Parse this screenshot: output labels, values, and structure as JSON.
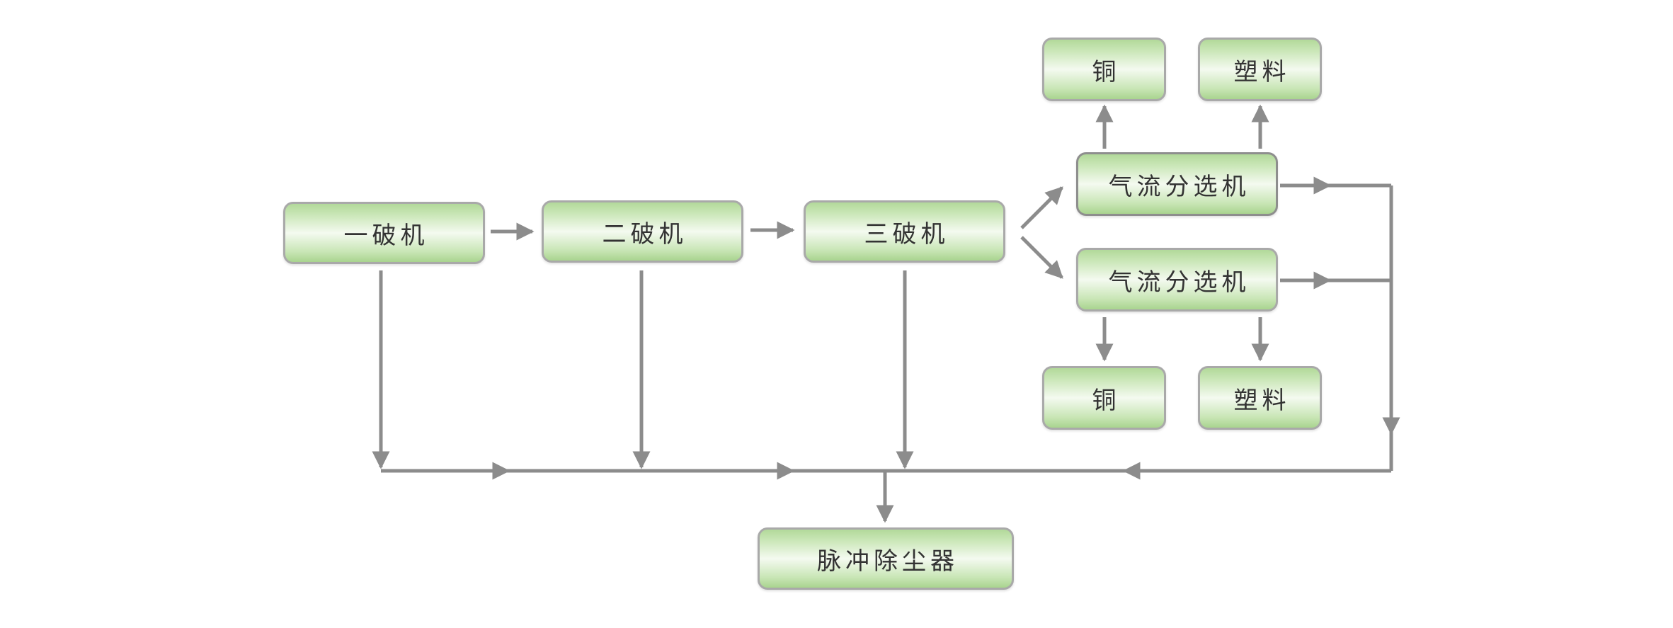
{
  "diagram": {
    "colors": {
      "connector": "#8c8c8c",
      "node_border": "#a9a9a9",
      "node_fill_edge": "#b2d99a",
      "node_fill_center": "#f4faf0",
      "text": "#333333"
    },
    "nodes": {
      "crusher1": "一破机",
      "crusher2": "二破机",
      "crusher3": "三破机",
      "separator_upper": "气流分选机",
      "separator_lower": "气流分选机",
      "copper_top": "铜",
      "plastic_top": "塑料",
      "copper_bottom": "铜",
      "plastic_bottom": "塑料",
      "dust_collector": "脉冲除尘器"
    }
  }
}
